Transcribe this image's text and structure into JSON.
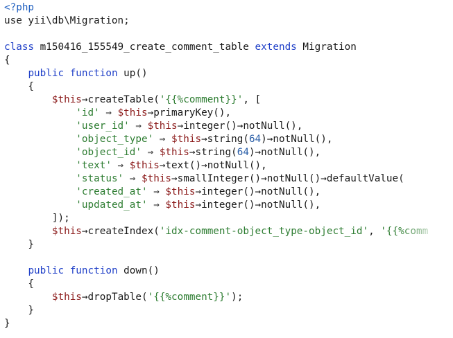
{
  "colors": {
    "background": "#ffffff",
    "plain": "#1a1a1a",
    "php_tag": "#1f5fbf",
    "keyword": "#2040c8",
    "variable": "#8b1a1a",
    "string": "#2e7d32",
    "number": "#2b5fa8"
  },
  "code": {
    "lines": [
      [
        {
          "t": "tag",
          "v": "<?php"
        }
      ],
      [
        {
          "t": "plain",
          "v": "use yii\\db\\Migration;"
        }
      ],
      [],
      [
        {
          "t": "kw",
          "v": "class"
        },
        {
          "t": "plain",
          "v": " m150416_155549_create_comment_table "
        },
        {
          "t": "kw",
          "v": "extends"
        },
        {
          "t": "plain",
          "v": " Migration"
        }
      ],
      [
        {
          "t": "plain",
          "v": "{"
        }
      ],
      [
        {
          "t": "plain",
          "v": "    "
        },
        {
          "t": "kw",
          "v": "public"
        },
        {
          "t": "plain",
          "v": " "
        },
        {
          "t": "kw",
          "v": "function"
        },
        {
          "t": "plain",
          "v": " up()"
        }
      ],
      [
        {
          "t": "plain",
          "v": "    {"
        }
      ],
      [
        {
          "t": "plain",
          "v": "        "
        },
        {
          "t": "var",
          "v": "$this"
        },
        {
          "t": "plain",
          "v": "→createTable("
        },
        {
          "t": "str",
          "v": "'{{%comment}}'"
        },
        {
          "t": "plain",
          "v": ", ["
        }
      ],
      [
        {
          "t": "plain",
          "v": "            "
        },
        {
          "t": "str",
          "v": "'id'"
        },
        {
          "t": "plain",
          "v": " ⇒ "
        },
        {
          "t": "var",
          "v": "$this"
        },
        {
          "t": "plain",
          "v": "→primaryKey(),"
        }
      ],
      [
        {
          "t": "plain",
          "v": "            "
        },
        {
          "t": "str",
          "v": "'user_id'"
        },
        {
          "t": "plain",
          "v": " ⇒ "
        },
        {
          "t": "var",
          "v": "$this"
        },
        {
          "t": "plain",
          "v": "→integer()→notNull(),"
        }
      ],
      [
        {
          "t": "plain",
          "v": "            "
        },
        {
          "t": "str",
          "v": "'object_type'"
        },
        {
          "t": "plain",
          "v": " ⇒ "
        },
        {
          "t": "var",
          "v": "$this"
        },
        {
          "t": "plain",
          "v": "→string("
        },
        {
          "t": "num",
          "v": "64"
        },
        {
          "t": "plain",
          "v": ")→notNull(),"
        }
      ],
      [
        {
          "t": "plain",
          "v": "            "
        },
        {
          "t": "str",
          "v": "'object_id'"
        },
        {
          "t": "plain",
          "v": " ⇒ "
        },
        {
          "t": "var",
          "v": "$this"
        },
        {
          "t": "plain",
          "v": "→string("
        },
        {
          "t": "num",
          "v": "64"
        },
        {
          "t": "plain",
          "v": ")→notNull(),"
        }
      ],
      [
        {
          "t": "plain",
          "v": "            "
        },
        {
          "t": "str",
          "v": "'text'"
        },
        {
          "t": "plain",
          "v": " ⇒ "
        },
        {
          "t": "var",
          "v": "$this"
        },
        {
          "t": "plain",
          "v": "→text()→notNull(),"
        }
      ],
      [
        {
          "t": "plain",
          "v": "            "
        },
        {
          "t": "str",
          "v": "'status'"
        },
        {
          "t": "plain",
          "v": " ⇒ "
        },
        {
          "t": "var",
          "v": "$this"
        },
        {
          "t": "plain",
          "v": "→smallInteger()→notNull()→defaultValue("
        }
      ],
      [
        {
          "t": "plain",
          "v": "            "
        },
        {
          "t": "str",
          "v": "'created_at'"
        },
        {
          "t": "plain",
          "v": " ⇒ "
        },
        {
          "t": "var",
          "v": "$this"
        },
        {
          "t": "plain",
          "v": "→integer()→notNull(),"
        }
      ],
      [
        {
          "t": "plain",
          "v": "            "
        },
        {
          "t": "str",
          "v": "'updated_at'"
        },
        {
          "t": "plain",
          "v": " ⇒ "
        },
        {
          "t": "var",
          "v": "$this"
        },
        {
          "t": "plain",
          "v": "→integer()→notNull(),"
        }
      ],
      [
        {
          "t": "plain",
          "v": "        ]);"
        }
      ],
      [
        {
          "t": "plain",
          "v": "        "
        },
        {
          "t": "var",
          "v": "$this"
        },
        {
          "t": "plain",
          "v": "→createIndex("
        },
        {
          "t": "str",
          "v": "'idx-comment-object_type-object_id'"
        },
        {
          "t": "plain",
          "v": ", "
        },
        {
          "t": "str",
          "v": "'{{%comm"
        }
      ],
      [
        {
          "t": "plain",
          "v": "    }"
        }
      ],
      [],
      [
        {
          "t": "plain",
          "v": "    "
        },
        {
          "t": "kw",
          "v": "public"
        },
        {
          "t": "plain",
          "v": " "
        },
        {
          "t": "kw",
          "v": "function"
        },
        {
          "t": "plain",
          "v": " down()"
        }
      ],
      [
        {
          "t": "plain",
          "v": "    {"
        }
      ],
      [
        {
          "t": "plain",
          "v": "        "
        },
        {
          "t": "var",
          "v": "$this"
        },
        {
          "t": "plain",
          "v": "→dropTable("
        },
        {
          "t": "str",
          "v": "'{{%comment}}'"
        },
        {
          "t": "plain",
          "v": ");"
        }
      ],
      [
        {
          "t": "plain",
          "v": "    }"
        }
      ],
      [
        {
          "t": "plain",
          "v": "}"
        }
      ]
    ]
  }
}
